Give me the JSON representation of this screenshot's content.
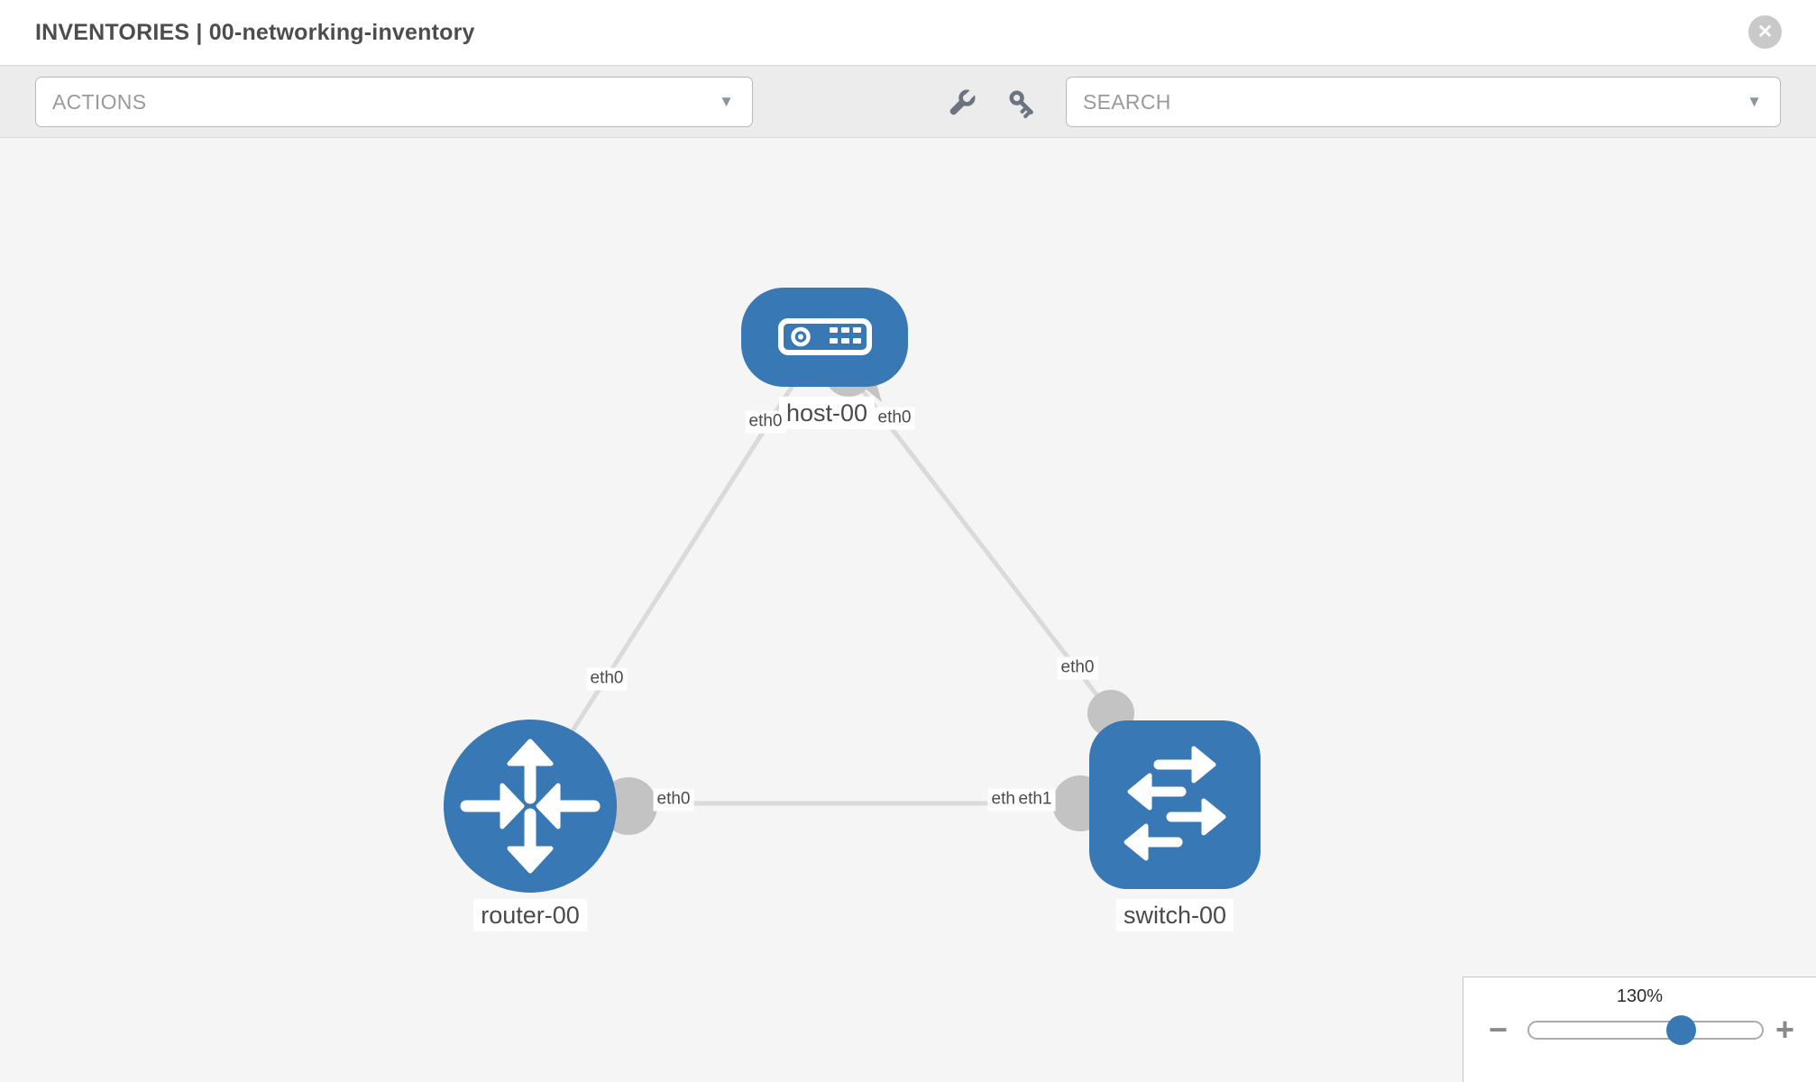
{
  "header": {
    "title": "INVENTORIES | 00-networking-inventory"
  },
  "toolbar": {
    "actions": {
      "label": "ACTIONS"
    },
    "search": {
      "placeholder": "SEARCH"
    }
  },
  "icons": {
    "caret": "▼",
    "close": "✕",
    "minus": "−",
    "plus": "+"
  },
  "topology": {
    "nodes": {
      "host": {
        "label": "host-00",
        "type": "host"
      },
      "router": {
        "label": "router-00",
        "type": "router"
      },
      "switch": {
        "label": "switch-00",
        "type": "switch"
      }
    },
    "interfaces": {
      "host_left": "eth0",
      "host_right": "eth0",
      "edge_host_router": "eth0",
      "edge_host_switch": "eth0",
      "router_port": "eth0",
      "switch_port_bottom": "eth0",
      "switch_port_top": "eth1"
    },
    "links": [
      {
        "from": "host-00",
        "to": "router-00"
      },
      {
        "from": "host-00",
        "to": "switch-00"
      },
      {
        "from": "router-00",
        "to": "switch-00"
      }
    ]
  },
  "zoom": {
    "level": "130%"
  },
  "colors": {
    "node_blue": "#3878b4",
    "edge_gray": "#dadada",
    "port_gray": "#c3c3c3",
    "toolbar_bg": "#ececec",
    "canvas_bg": "#f5f5f5"
  }
}
